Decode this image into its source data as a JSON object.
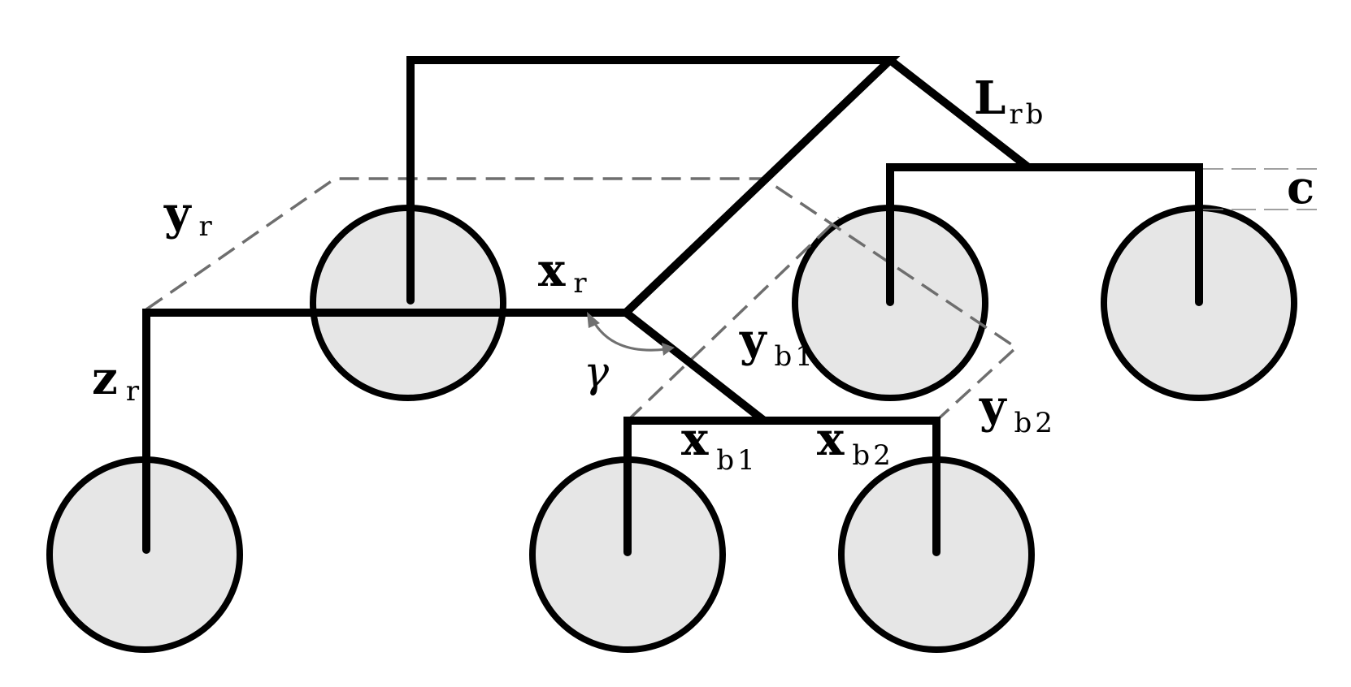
{
  "labels": {
    "yr": {
      "main": "y",
      "sub": "r"
    },
    "xr": {
      "main": "x",
      "sub": "r"
    },
    "zr": {
      "main": "z",
      "sub": "r"
    },
    "lrb": {
      "main": "L",
      "sub": "rb"
    },
    "c": {
      "main": "c",
      "sub": ""
    },
    "yb1": {
      "main": "y",
      "sub": "b1"
    },
    "yb2": {
      "main": "y",
      "sub": "b2"
    },
    "xb1": {
      "main": "x",
      "sub": "b1"
    },
    "xb2": {
      "main": "x",
      "sub": "b2"
    },
    "gamma": "γ"
  },
  "colors": {
    "wheel_fill": "#e6e6e6",
    "frame": "#000000",
    "dashed": "#6e6e6e"
  }
}
